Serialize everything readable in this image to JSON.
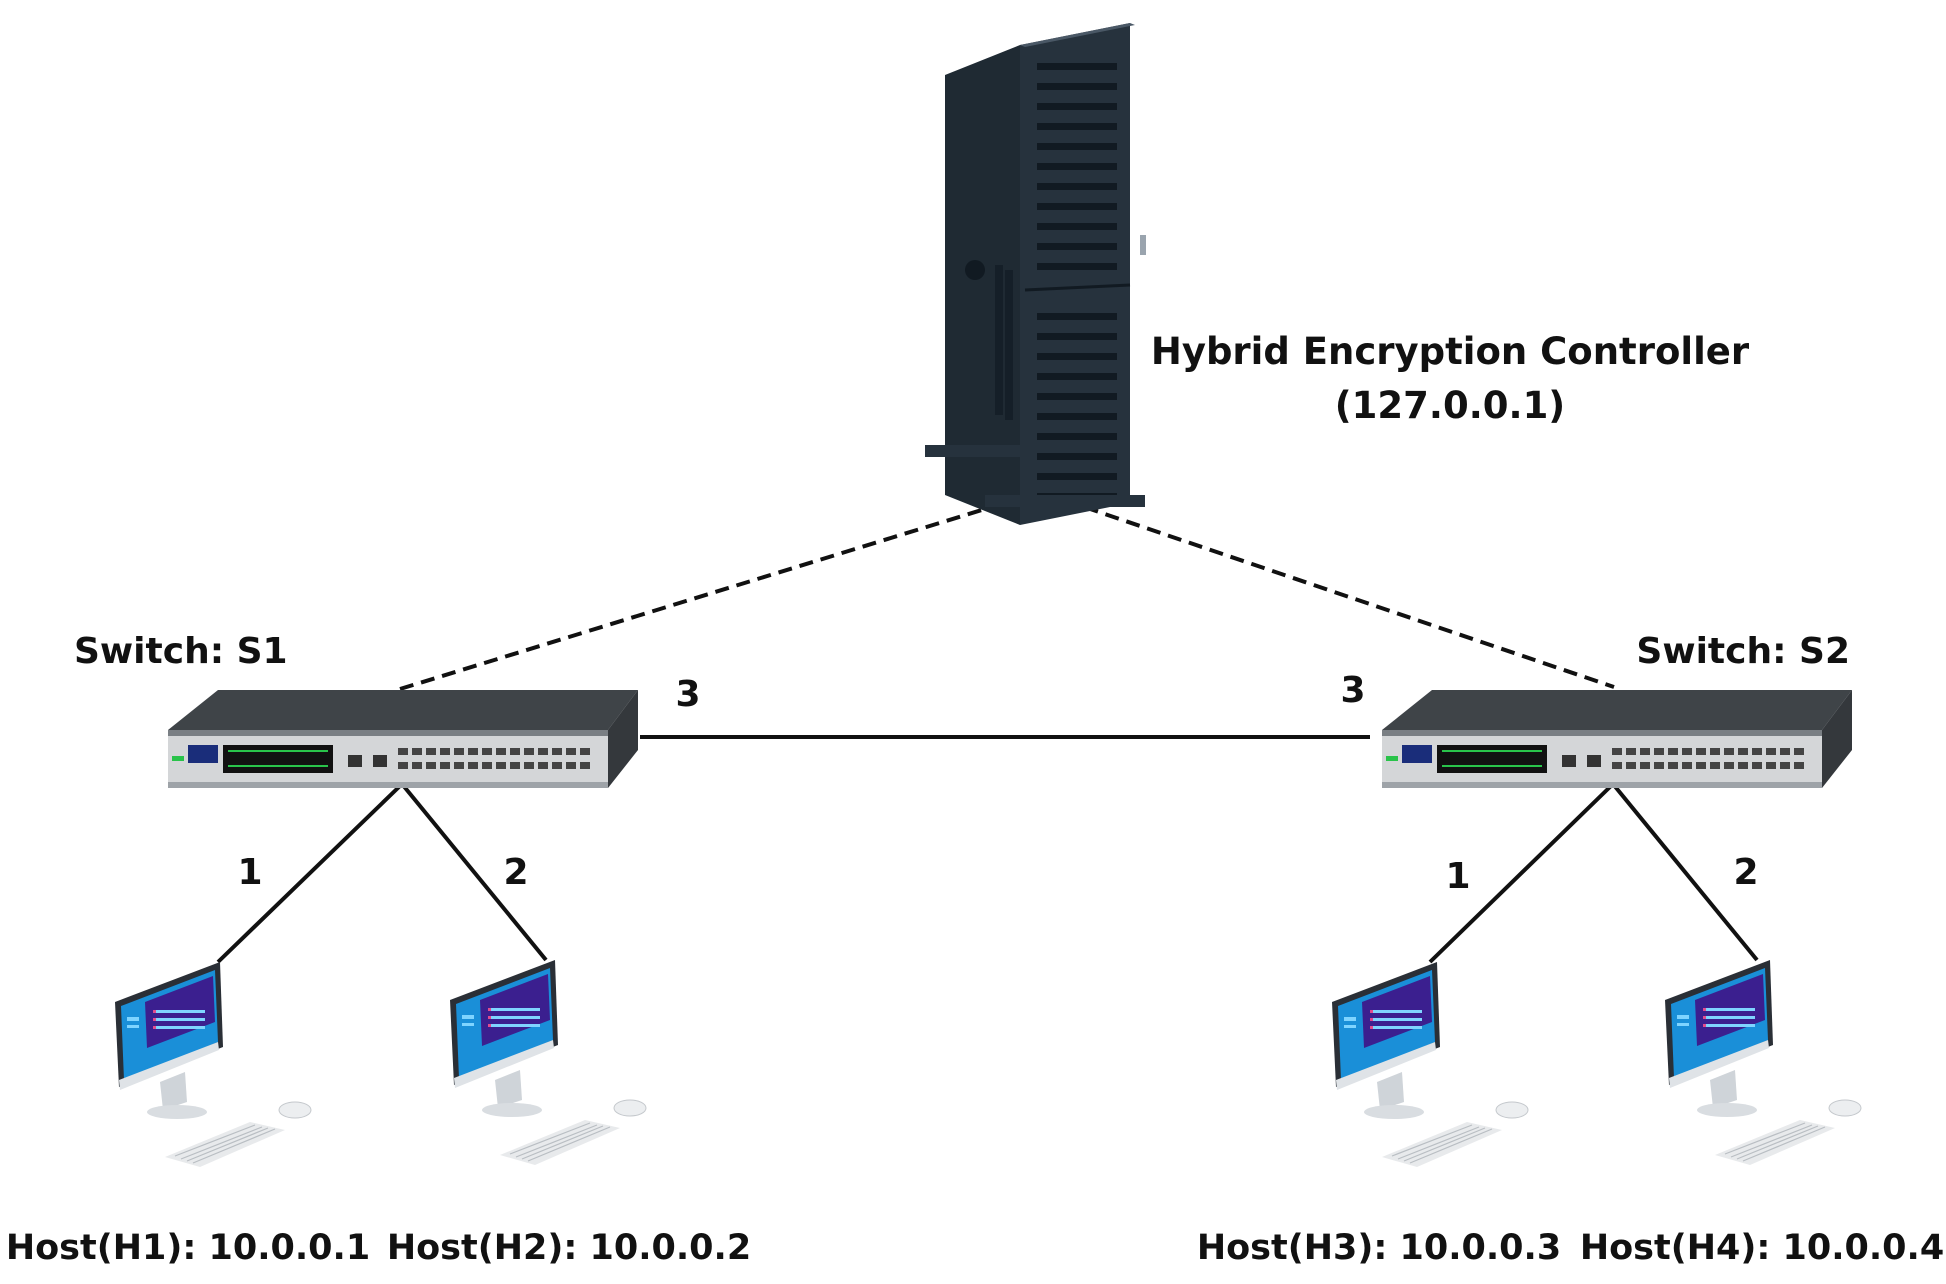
{
  "controller": {
    "name": "Hybrid Encryption Controller",
    "ip": "(127.0.0.1)"
  },
  "switches": [
    {
      "label": "Switch: S1"
    },
    {
      "label": "Switch: S2"
    }
  ],
  "ports": {
    "s1_s2_left": "3",
    "s1_s2_right": "3",
    "s1_h1": "1",
    "s1_h2": "2",
    "s2_h3": "1",
    "s2_h4": "2"
  },
  "hosts": [
    {
      "label": "Host(H1): 10.0.0.1"
    },
    {
      "label": "Host(H2): 10.0.0.2"
    },
    {
      "label": "Host(H3): 10.0.0.3"
    },
    {
      "label": "Host(H4): 10.0.0.4"
    }
  ],
  "links": {
    "control": "dashed",
    "data": "solid"
  },
  "colors": {
    "link": "#111111",
    "server_body": "#2f3d4a",
    "server_front": "#3a4a58",
    "switch_body": "#5e6368",
    "switch_front": "#d6d8da",
    "screen": "#1a8fd8",
    "screen_panel": "#3b1f8f"
  },
  "icons": [
    "server-tower-icon",
    "network-switch-icon",
    "desktop-computer-icon",
    "keyboard-icon",
    "mouse-icon"
  ]
}
